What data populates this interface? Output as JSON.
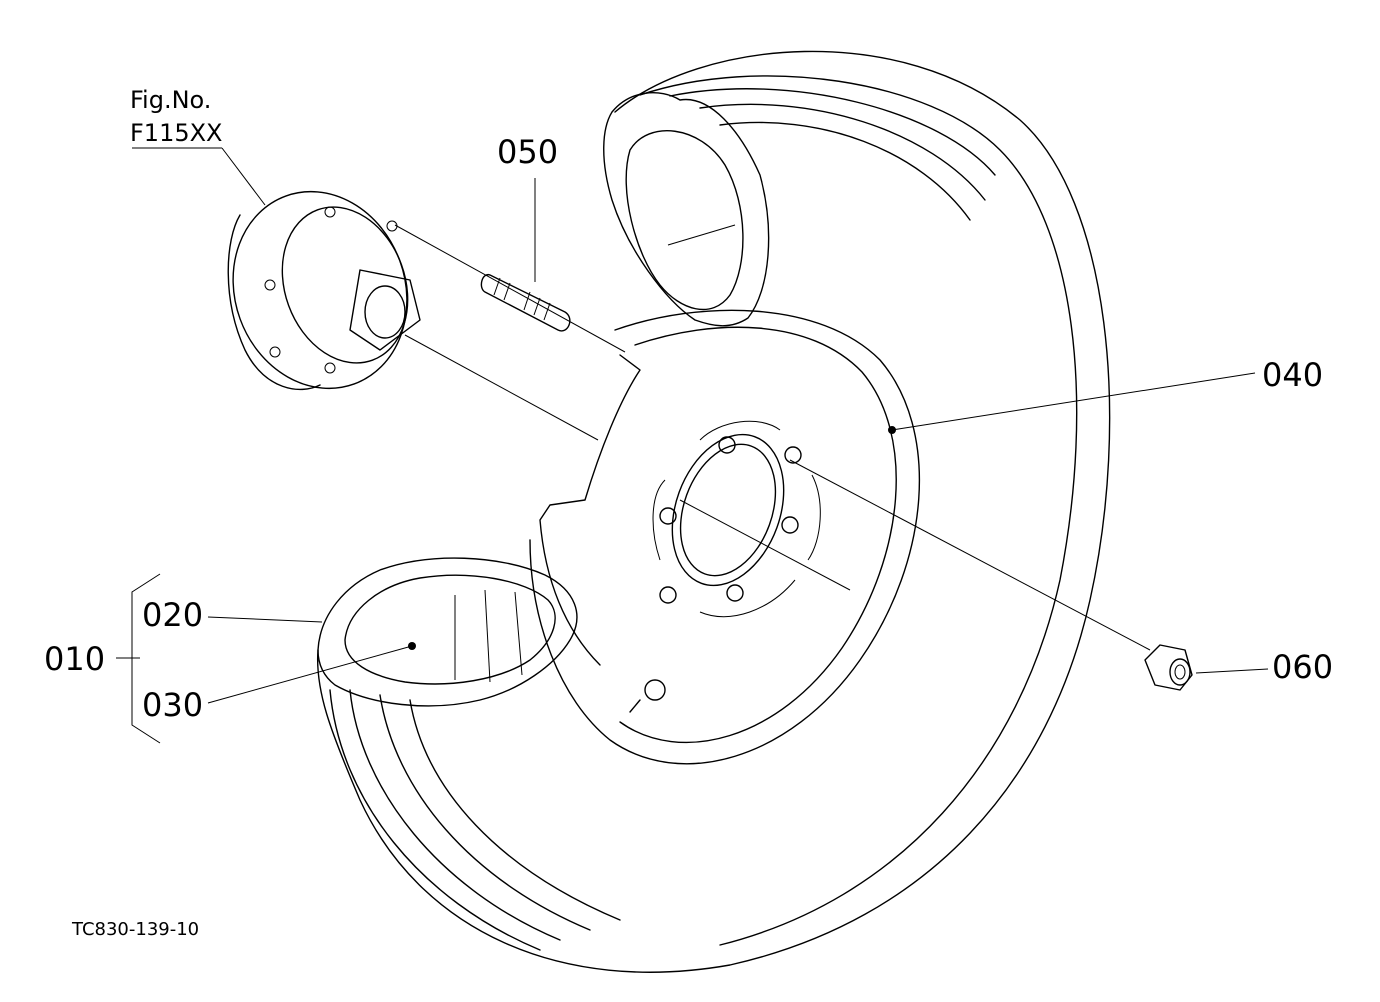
{
  "figure": {
    "ref_line1": "Fig.No.",
    "ref_line2": "F115XX",
    "drawing_code": "TC830-139-10"
  },
  "callouts": {
    "p010": "010",
    "p020": "020",
    "p030": "030",
    "p040": "040",
    "p050": "050",
    "p060": "060"
  },
  "colors": {
    "ink": "#000000",
    "paper": "#ffffff"
  }
}
